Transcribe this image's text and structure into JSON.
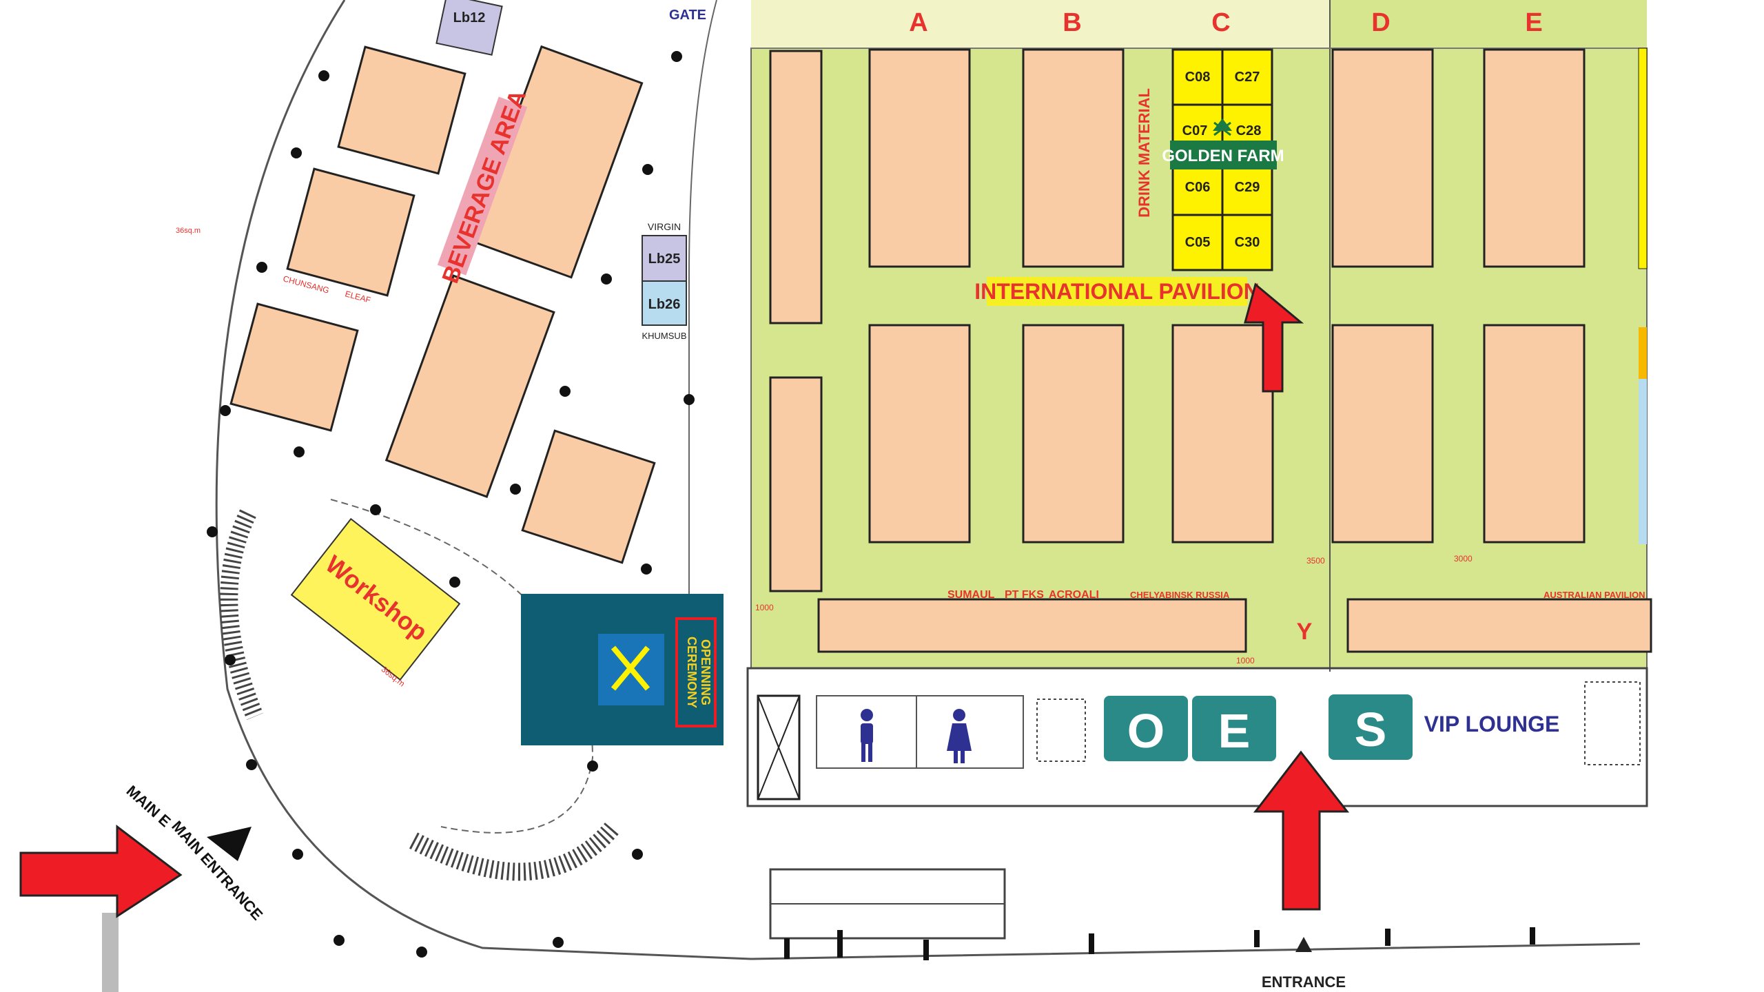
{
  "columns": [
    "A",
    "B",
    "C",
    "D",
    "E"
  ],
  "row_label": "Y",
  "booths_c": [
    "C08",
    "C27",
    "C07",
    "C28",
    "C06",
    "C29",
    "C05",
    "C30"
  ],
  "international_pavilion": "INTERNATIONAL PAVILION",
  "drink_material": "DRINK MATERIAL",
  "golden_farm_logo": "GOLDEN FARM",
  "beverage_area": "BEVERAGE AREA",
  "workshop": "Workshop",
  "workshop_area": "36sq.m",
  "area_label_left": "36sq.m",
  "opening_ceremony": [
    "OPENNING",
    "CEREMONY"
  ],
  "gate": "GATE",
  "lb12": "Lb12",
  "lb25": "Lb25",
  "lb26": "Lb26",
  "virgin": "VIRGIN",
  "khumsub": "KHUMSUB",
  "chunsang": "CHUNSANG",
  "eleaf": "ELEAF",
  "exhibitors_bottom": [
    "SUMAUL",
    "PT FKS",
    "ACROALI"
  ],
  "chelyabinsk_russia": "CHELYABINSK RUSSIA",
  "australian_pavilion": "AUSTRALIAN PAVILION",
  "dimensions": [
    "3500",
    "3000",
    "1000",
    "1000"
  ],
  "oes": [
    "O",
    "E",
    "S"
  ],
  "vip_lounge": "VIP LOUNGE",
  "main_entrance": "MAIN ENTRANCE",
  "main_entrance_partial": "MAIN E",
  "entrance": "ENTRANCE",
  "colors": {
    "hall_green": "#d6e68f",
    "booth_peach": "#f9cca5",
    "booth_yellow": "#fff200",
    "text_red": "#e8322d",
    "teal": "#2a8a88",
    "dark_teal": "#0f5d73",
    "arrow_red": "#ee1c24",
    "vip_blue": "#2e3192"
  }
}
